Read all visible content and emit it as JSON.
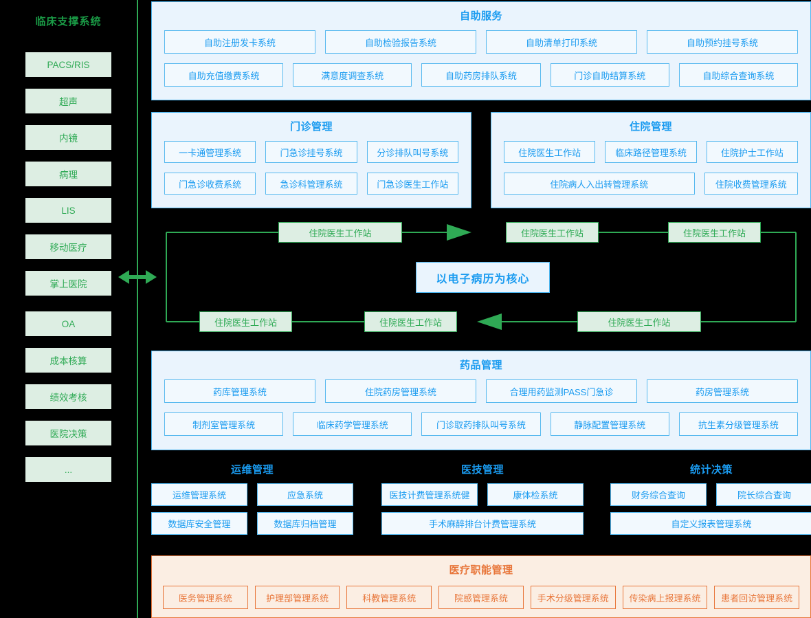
{
  "sidebar": {
    "title": "临床支撑系统",
    "items": [
      {
        "label": "PACS/RIS"
      },
      {
        "label": "超声"
      },
      {
        "label": "内镜"
      },
      {
        "label": "病理"
      },
      {
        "label": "LIS"
      },
      {
        "label": "移动医疗"
      },
      {
        "label": "掌上医院"
      },
      {
        "label": "OA"
      },
      {
        "label": "成本核算"
      },
      {
        "label": "绩效考核"
      },
      {
        "label": "医院决策"
      },
      {
        "label": "..."
      }
    ]
  },
  "connector": {
    "icon": "double-arrow-icon",
    "color": "#2faa55"
  },
  "self_service": {
    "title": "自助服务",
    "row1": [
      "自助注册发卡系统",
      "自助检验报告系统",
      "自助清单打印系统",
      "自助预约挂号系统"
    ],
    "row2": [
      "自助充值缴费系统",
      "满意度调查系统",
      "自助药房排队系统",
      "门诊自助结算系统",
      "自助综合查询系统"
    ]
  },
  "outpatient": {
    "title": "门诊管理",
    "row1": [
      "一卡通管理系统",
      "门急诊挂号系统",
      "分诊排队叫号系统"
    ],
    "row2": [
      "门急诊收费系统",
      "急诊科管理系统",
      "门急诊医生工作站"
    ]
  },
  "inpatient": {
    "title": "住院管理",
    "row1": [
      "住院医生工作站",
      "临床路径管理系统",
      "住院护士工作站"
    ],
    "row2": [
      "住院病人入出转管理系统",
      "住院收费管理系统"
    ]
  },
  "epr_flow": {
    "center": "以电子病历为核心",
    "nodes": [
      "住院医生工作站",
      "住院医生工作站",
      "住院医生工作站",
      "住院医生工作站",
      "住院医生工作站",
      "住院医生工作站"
    ]
  },
  "pharmacy": {
    "title": "药品管理",
    "row1": [
      "药库管理系统",
      "住院药房管理系统",
      "合理用药监测PASS门急诊",
      "药房管理系统"
    ],
    "row2": [
      "制剂室管理系统",
      "临床药学管理系统",
      "门诊取药排队叫号系统",
      "静脉配置管理系统",
      "抗生素分级管理系统"
    ]
  },
  "operations": {
    "title": "运维管理",
    "row1": [
      "运维管理系统",
      "应急系统"
    ],
    "row2": [
      "数据库安全管理",
      "数据库归档管理"
    ]
  },
  "medtech": {
    "title": "医技管理",
    "row1": [
      "医技计费管理系统健",
      "康体检系统"
    ],
    "row2": [
      "手术麻醉排台计费管理系统"
    ]
  },
  "statistics": {
    "title": "统计决策",
    "row1": [
      "财务综合查询",
      "院长综合查询"
    ],
    "row2": [
      "自定义报表管理系统"
    ]
  },
  "medical_function": {
    "title": "医疗职能管理",
    "row1": [
      "医务管理系统",
      "护理部管理系统",
      "科教管理系统",
      "院感管理系统",
      "手术分级管理系统",
      "传染病上报理系统",
      "患者回访管理系统"
    ]
  },
  "colors": {
    "green": "#2faa55",
    "green_fill": "#ddeee3",
    "blue": "#1a9bf0",
    "blue_border": "#4db6f0",
    "blue_fill": "#eaf4fd",
    "orange": "#e8763a",
    "orange_fill": "#fbeee3",
    "background": "#000000"
  }
}
